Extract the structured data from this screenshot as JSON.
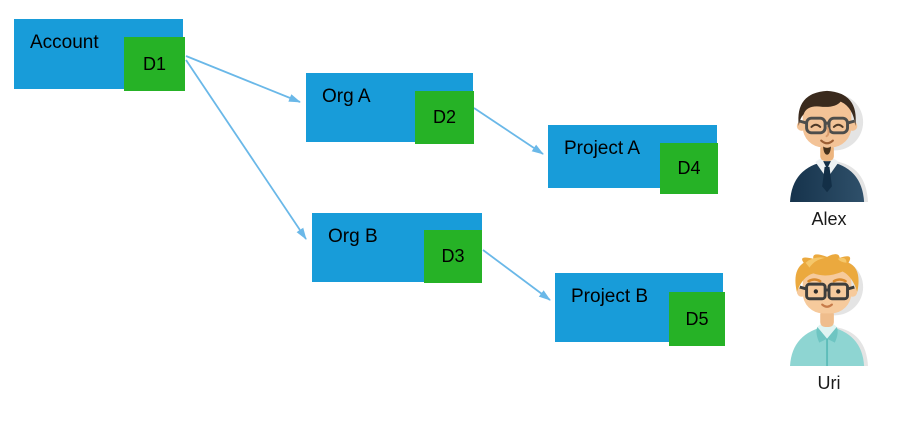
{
  "diagram": {
    "nodes": [
      {
        "id": "account",
        "label": "Account",
        "badge": "D1"
      },
      {
        "id": "org-a",
        "label": "Org A",
        "badge": "D2"
      },
      {
        "id": "project-a",
        "label": "Project A",
        "badge": "D4"
      },
      {
        "id": "org-b",
        "label": "Org B",
        "badge": "D3"
      },
      {
        "id": "project-b",
        "label": "Project B",
        "badge": "D5"
      }
    ],
    "edges": [
      {
        "from": "D1",
        "to": "Org A"
      },
      {
        "from": "D1",
        "to": "Org B"
      },
      {
        "from": "D2",
        "to": "Project A"
      },
      {
        "from": "D3",
        "to": "Project B"
      }
    ]
  },
  "users": [
    {
      "name": "Alex",
      "avatar": "man-dark-hair-glasses-navy-sweater-avatar"
    },
    {
      "name": "Uri",
      "avatar": "man-blond-hair-glasses-teal-shirt-avatar"
    }
  ],
  "colors": {
    "node_fill": "#189cd9",
    "badge_fill": "#26b226",
    "arrow": "#6ab8e8",
    "label_text": "#000000",
    "background": "#ffffff"
  }
}
